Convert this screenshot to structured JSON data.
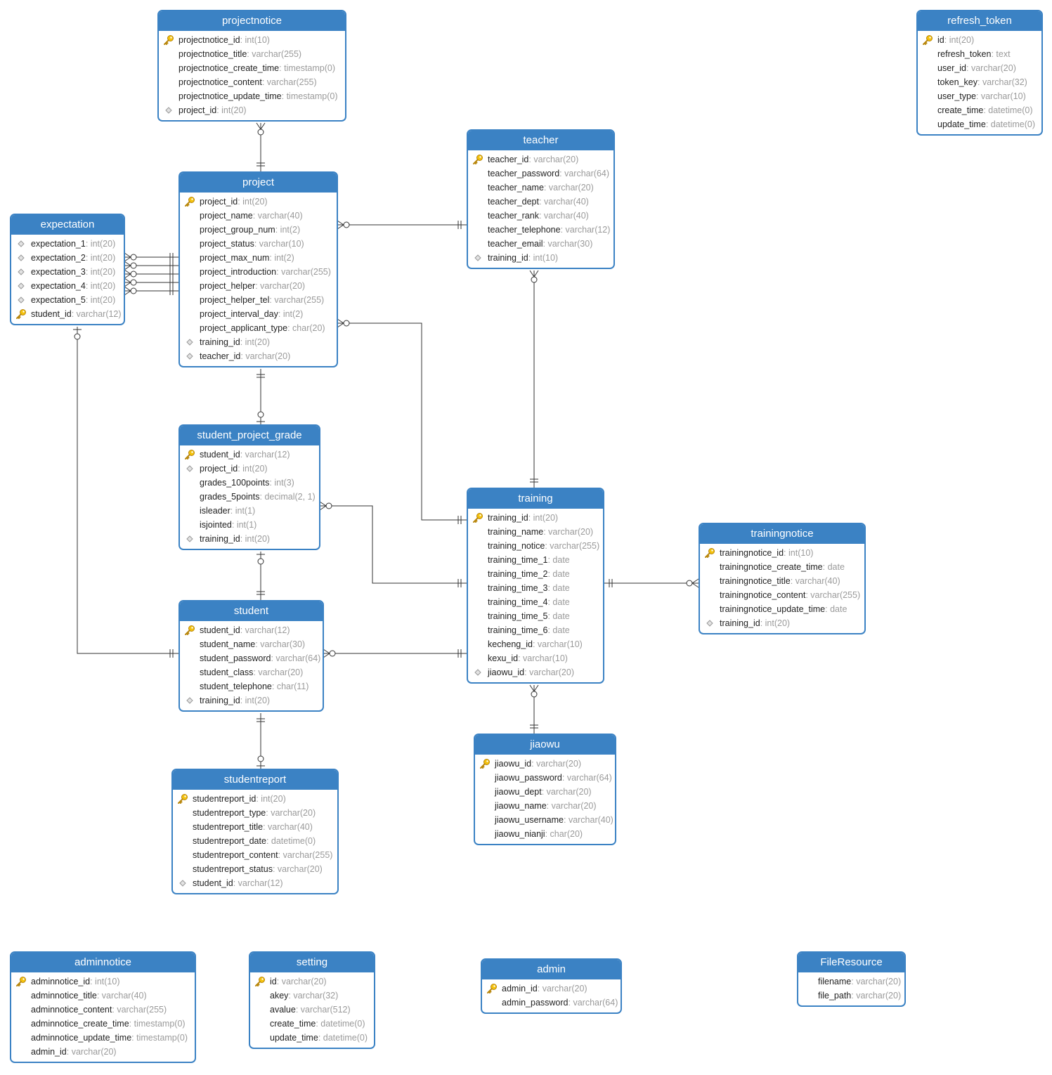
{
  "colors": {
    "header": "#3b82c4",
    "line": "#333333",
    "key": "#f4c20d",
    "type": "#9a9a9a"
  },
  "icons": {
    "pk": "key-icon",
    "fk": "diamond-icon",
    "none": ""
  },
  "tables": [
    {
      "name": "projectnotice",
      "cols": [
        {
          "n": "projectnotice_id",
          "t": "int(10)",
          "k": "pk"
        },
        {
          "n": "projectnotice_title",
          "t": "varchar(255)",
          "k": "none"
        },
        {
          "n": "projectnotice_create_time",
          "t": "timestamp(0)",
          "k": "none"
        },
        {
          "n": "projectnotice_content",
          "t": "varchar(255)",
          "k": "none"
        },
        {
          "n": "projectnotice_update_time",
          "t": "timestamp(0)",
          "k": "none"
        },
        {
          "n": "project_id",
          "t": "int(20)",
          "k": "fk"
        }
      ]
    },
    {
      "name": "refresh_token",
      "cols": [
        {
          "n": "id",
          "t": "int(20)",
          "k": "pk"
        },
        {
          "n": "refresh_token",
          "t": "text",
          "k": "none"
        },
        {
          "n": "user_id",
          "t": "varchar(20)",
          "k": "none"
        },
        {
          "n": "token_key",
          "t": "varchar(32)",
          "k": "none"
        },
        {
          "n": "user_type",
          "t": "varchar(10)",
          "k": "none"
        },
        {
          "n": "create_time",
          "t": "datetime(0)",
          "k": "none"
        },
        {
          "n": "update_time",
          "t": "datetime(0)",
          "k": "none"
        }
      ]
    },
    {
      "name": "teacher",
      "cols": [
        {
          "n": "teacher_id",
          "t": "varchar(20)",
          "k": "pk"
        },
        {
          "n": "teacher_password",
          "t": "varchar(64)",
          "k": "none"
        },
        {
          "n": "teacher_name",
          "t": "varchar(20)",
          "k": "none"
        },
        {
          "n": "teacher_dept",
          "t": "varchar(40)",
          "k": "none"
        },
        {
          "n": "teacher_rank",
          "t": "varchar(40)",
          "k": "none"
        },
        {
          "n": "teacher_telephone",
          "t": "varchar(12)",
          "k": "none"
        },
        {
          "n": "teacher_email",
          "t": "varchar(30)",
          "k": "none"
        },
        {
          "n": "training_id",
          "t": "int(10)",
          "k": "fk"
        }
      ]
    },
    {
      "name": "project",
      "cols": [
        {
          "n": "project_id",
          "t": "int(20)",
          "k": "pk"
        },
        {
          "n": "project_name",
          "t": "varchar(40)",
          "k": "none"
        },
        {
          "n": "project_group_num",
          "t": "int(2)",
          "k": "none"
        },
        {
          "n": "project_status",
          "t": "varchar(10)",
          "k": "none"
        },
        {
          "n": "project_max_num",
          "t": "int(2)",
          "k": "none"
        },
        {
          "n": "project_introduction",
          "t": "varchar(255)",
          "k": "none"
        },
        {
          "n": "project_helper",
          "t": "varchar(20)",
          "k": "none"
        },
        {
          "n": "project_helper_tel",
          "t": "varchar(255)",
          "k": "none"
        },
        {
          "n": "project_interval_day",
          "t": "int(2)",
          "k": "none"
        },
        {
          "n": "project_applicant_type",
          "t": "char(20)",
          "k": "none"
        },
        {
          "n": "training_id",
          "t": "int(20)",
          "k": "fk"
        },
        {
          "n": "teacher_id",
          "t": "varchar(20)",
          "k": "fk"
        }
      ]
    },
    {
      "name": "expectation",
      "cols": [
        {
          "n": "expectation_1",
          "t": "int(20)",
          "k": "fk"
        },
        {
          "n": "expectation_2",
          "t": "int(20)",
          "k": "fk"
        },
        {
          "n": "expectation_3",
          "t": "int(20)",
          "k": "fk"
        },
        {
          "n": "expectation_4",
          "t": "int(20)",
          "k": "fk"
        },
        {
          "n": "expectation_5",
          "t": "int(20)",
          "k": "fk"
        },
        {
          "n": "student_id",
          "t": "varchar(12)",
          "k": "pk"
        }
      ]
    },
    {
      "name": "student_project_grade",
      "cols": [
        {
          "n": "student_id",
          "t": "varchar(12)",
          "k": "pk"
        },
        {
          "n": "project_id",
          "t": "int(20)",
          "k": "fk"
        },
        {
          "n": "grades_100points",
          "t": "int(3)",
          "k": "none"
        },
        {
          "n": "grades_5points",
          "t": "decimal(2, 1)",
          "k": "none"
        },
        {
          "n": "isleader",
          "t": "int(1)",
          "k": "none"
        },
        {
          "n": "isjointed",
          "t": "int(1)",
          "k": "none"
        },
        {
          "n": "training_id",
          "t": "int(20)",
          "k": "fk"
        }
      ]
    },
    {
      "name": "training",
      "cols": [
        {
          "n": "training_id",
          "t": "int(20)",
          "k": "pk"
        },
        {
          "n": "training_name",
          "t": "varchar(20)",
          "k": "none"
        },
        {
          "n": "training_notice",
          "t": "varchar(255)",
          "k": "none"
        },
        {
          "n": "training_time_1",
          "t": "date",
          "k": "none"
        },
        {
          "n": "training_time_2",
          "t": "date",
          "k": "none"
        },
        {
          "n": "training_time_3",
          "t": "date",
          "k": "none"
        },
        {
          "n": "training_time_4",
          "t": "date",
          "k": "none"
        },
        {
          "n": "training_time_5",
          "t": "date",
          "k": "none"
        },
        {
          "n": "training_time_6",
          "t": "date",
          "k": "none"
        },
        {
          "n": "kecheng_id",
          "t": "varchar(10)",
          "k": "none"
        },
        {
          "n": "kexu_id",
          "t": "varchar(10)",
          "k": "none"
        },
        {
          "n": "jiaowu_id",
          "t": "varchar(20)",
          "k": "fk"
        }
      ]
    },
    {
      "name": "trainingnotice",
      "cols": [
        {
          "n": "trainingnotice_id",
          "t": "int(10)",
          "k": "pk"
        },
        {
          "n": "trainingnotice_create_time",
          "t": "date",
          "k": "none"
        },
        {
          "n": "trainingnotice_title",
          "t": "varchar(40)",
          "k": "none"
        },
        {
          "n": "trainingnotice_content",
          "t": "varchar(255)",
          "k": "none"
        },
        {
          "n": "trainingnotice_update_time",
          "t": "date",
          "k": "none"
        },
        {
          "n": "training_id",
          "t": "int(20)",
          "k": "fk"
        }
      ]
    },
    {
      "name": "student",
      "cols": [
        {
          "n": "student_id",
          "t": "varchar(12)",
          "k": "pk"
        },
        {
          "n": "student_name",
          "t": "varchar(30)",
          "k": "none"
        },
        {
          "n": "student_password",
          "t": "varchar(64)",
          "k": "none"
        },
        {
          "n": "student_class",
          "t": "varchar(20)",
          "k": "none"
        },
        {
          "n": "student_telephone",
          "t": "char(11)",
          "k": "none"
        },
        {
          "n": "training_id",
          "t": "int(20)",
          "k": "fk"
        }
      ]
    },
    {
      "name": "jiaowu",
      "cols": [
        {
          "n": "jiaowu_id",
          "t": "varchar(20)",
          "k": "pk"
        },
        {
          "n": "jiaowu_password",
          "t": "varchar(64)",
          "k": "none"
        },
        {
          "n": "jiaowu_dept",
          "t": "varchar(20)",
          "k": "none"
        },
        {
          "n": "jiaowu_name",
          "t": "varchar(20)",
          "k": "none"
        },
        {
          "n": "jiaowu_username",
          "t": "varchar(40)",
          "k": "none"
        },
        {
          "n": "jiaowu_nianji",
          "t": "char(20)",
          "k": "none"
        }
      ]
    },
    {
      "name": "studentreport",
      "cols": [
        {
          "n": "studentreport_id",
          "t": "int(20)",
          "k": "pk"
        },
        {
          "n": "studentreport_type",
          "t": "varchar(20)",
          "k": "none"
        },
        {
          "n": "studentreport_title",
          "t": "varchar(40)",
          "k": "none"
        },
        {
          "n": "studentreport_date",
          "t": "datetime(0)",
          "k": "none"
        },
        {
          "n": "studentreport_content",
          "t": "varchar(255)",
          "k": "none"
        },
        {
          "n": "studentreport_status",
          "t": "varchar(20)",
          "k": "none"
        },
        {
          "n": "student_id",
          "t": "varchar(12)",
          "k": "fk"
        }
      ]
    },
    {
      "name": "adminnotice",
      "cols": [
        {
          "n": "adminnotice_id",
          "t": "int(10)",
          "k": "pk"
        },
        {
          "n": "adminnotice_title",
          "t": "varchar(40)",
          "k": "none"
        },
        {
          "n": "adminnotice_content",
          "t": "varchar(255)",
          "k": "none"
        },
        {
          "n": "adminnotice_create_time",
          "t": "timestamp(0)",
          "k": "none"
        },
        {
          "n": "adminnotice_update_time",
          "t": "timestamp(0)",
          "k": "none"
        },
        {
          "n": "admin_id",
          "t": "varchar(20)",
          "k": "none"
        }
      ]
    },
    {
      "name": "setting",
      "cols": [
        {
          "n": "id",
          "t": "varchar(20)",
          "k": "pk"
        },
        {
          "n": "akey",
          "t": "varchar(32)",
          "k": "none"
        },
        {
          "n": "avalue",
          "t": "varchar(512)",
          "k": "none"
        },
        {
          "n": "create_time",
          "t": "datetime(0)",
          "k": "none"
        },
        {
          "n": "update_time",
          "t": "datetime(0)",
          "k": "none"
        }
      ]
    },
    {
      "name": "admin",
      "cols": [
        {
          "n": "admin_id",
          "t": "varchar(20)",
          "k": "pk"
        },
        {
          "n": "admin_password",
          "t": "varchar(64)",
          "k": "none"
        }
      ]
    },
    {
      "name": "FileResource",
      "cols": [
        {
          "n": "filename",
          "t": "varchar(20)",
          "k": "none"
        },
        {
          "n": "file_path",
          "t": "varchar(20)",
          "k": "none"
        }
      ]
    }
  ],
  "relationships": [
    {
      "from": "projectnotice",
      "to": "project",
      "from_end": "many-optional",
      "to_end": "one-mandatory"
    },
    {
      "from": "project",
      "to": "teacher",
      "from_end": "many-optional",
      "to_end": "one-mandatory"
    },
    {
      "from": "project",
      "to": "training",
      "from_end": "many-optional",
      "to_end": "one-mandatory"
    },
    {
      "from": "expectation",
      "to": "project",
      "from_end": "many-optional",
      "to_end": "one-mandatory",
      "count": 5
    },
    {
      "from": "expectation",
      "to": "student",
      "from_end": "one-optional",
      "to_end": "one-mandatory"
    },
    {
      "from": "student_project_grade",
      "to": "project",
      "from_end": "one-optional",
      "to_end": "one-mandatory"
    },
    {
      "from": "student_project_grade",
      "to": "training",
      "from_end": "many-optional",
      "to_end": "one-mandatory"
    },
    {
      "from": "student_project_grade",
      "to": "student",
      "from_end": "one-optional",
      "to_end": "one-mandatory"
    },
    {
      "from": "teacher",
      "to": "training",
      "from_end": "many-optional",
      "to_end": "one-mandatory"
    },
    {
      "from": "trainingnotice",
      "to": "training",
      "from_end": "many-optional",
      "to_end": "one-mandatory"
    },
    {
      "from": "student",
      "to": "training",
      "from_end": "many-optional",
      "to_end": "one-mandatory"
    },
    {
      "from": "training",
      "to": "jiaowu",
      "from_end": "many-optional",
      "to_end": "one-mandatory"
    },
    {
      "from": "studentreport",
      "to": "student",
      "from_end": "one-optional",
      "to_end": "one-mandatory"
    }
  ]
}
